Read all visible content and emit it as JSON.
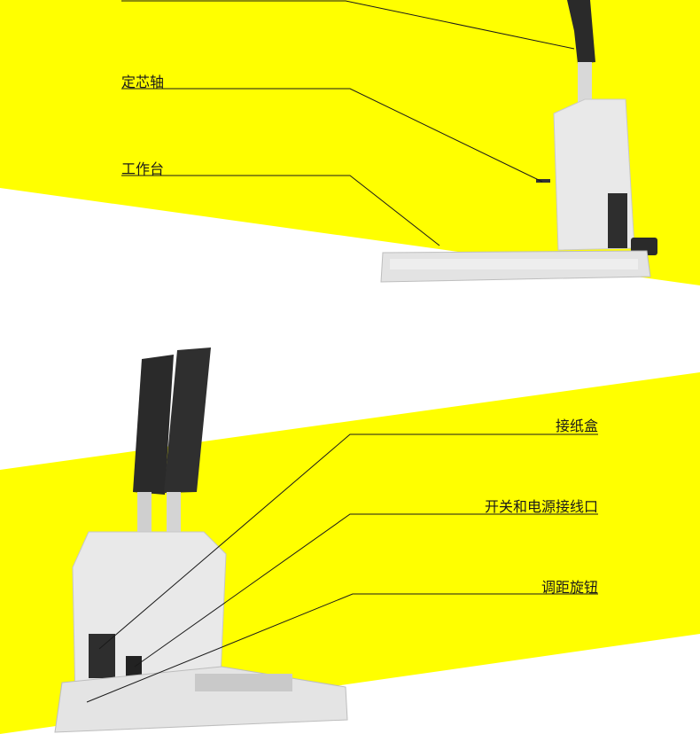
{
  "top_section": {
    "labels": [
      "定芯轴",
      "工作台"
    ]
  },
  "bottom_section": {
    "labels": [
      "接纸盒",
      "开关和电源接线口",
      "调距旋钮"
    ]
  },
  "colors": {
    "accent_yellow": "#ffff00",
    "line": "#1a1a1a",
    "machine_body": "#e9e9e9",
    "handle": "#2a2a2a"
  }
}
